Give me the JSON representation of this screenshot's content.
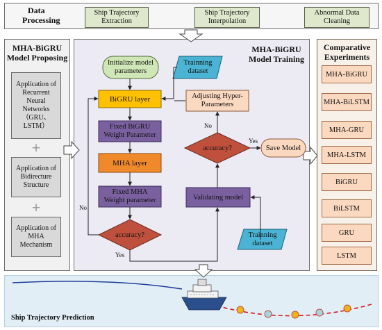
{
  "processing": {
    "title_line1": "Data",
    "title_line2": "Processing",
    "steps": [
      {
        "line1": "Ship Trajectory",
        "line2": "Extraction"
      },
      {
        "line1": "Ship Trajectory",
        "line2": "Interpolation"
      },
      {
        "line1": "Abnormal Data",
        "line2": "Cleaning"
      }
    ]
  },
  "proposing": {
    "title_line1": "MHA-BiGRU",
    "title_line2": "Model Proposing",
    "items": [
      {
        "lines": [
          "Application of",
          "Recurrent",
          "Neural",
          "Networks",
          "（GRU、",
          "LSTM）"
        ]
      },
      {
        "lines": [
          "Application of",
          "Bidirecture",
          "Structure"
        ]
      },
      {
        "lines": [
          "Application of",
          "MHA",
          "Mechanism"
        ]
      }
    ]
  },
  "training": {
    "title_line1": "MHA-BiGRU",
    "title_line2": "Model Training",
    "init_line1": "Initialize model",
    "init_line2": "parameters",
    "dataset1_line1": "Trainning",
    "dataset1_line2": "dataset",
    "bigru": "BiGRU layer",
    "fixed_bigru_line1": "Fixed BiGRU",
    "fixed_bigru_line2": "Weight Parameter",
    "mha": "MHA layer",
    "fixed_mha_line1": "Fixed MHA",
    "fixed_mha_line2": "Weight parameter",
    "accuracy": "accuracy?",
    "adjusting_line1": "Adjusting Hyper-",
    "adjusting_line2": "Parameters",
    "validating": "Validating model",
    "save": "Save Model",
    "dataset2_line1": "Trainning",
    "dataset2_line2": "dataset",
    "no": "No",
    "yes": "Yes"
  },
  "comparative": {
    "title_line1": "Comparative",
    "title_line2": "Experiments",
    "models": [
      "MHA-BiGRU",
      "MHA-BiLSTM",
      "MHA-GRU",
      "MHA-LSTM",
      "BiGRU",
      "BiLSTM",
      "GRU",
      "LSTM"
    ]
  },
  "prediction": {
    "label": "Ship Trajectory Prediction"
  },
  "colors": {
    "orange": "#f0892c",
    "yellow": "#ffc000",
    "purple": "#7b60a0",
    "cyan": "#4bb4d4",
    "red_diamond": "#c0503e",
    "light_green": "#cfe6b6",
    "peach": "#fbd8c0",
    "sea": "#e2eef6"
  }
}
